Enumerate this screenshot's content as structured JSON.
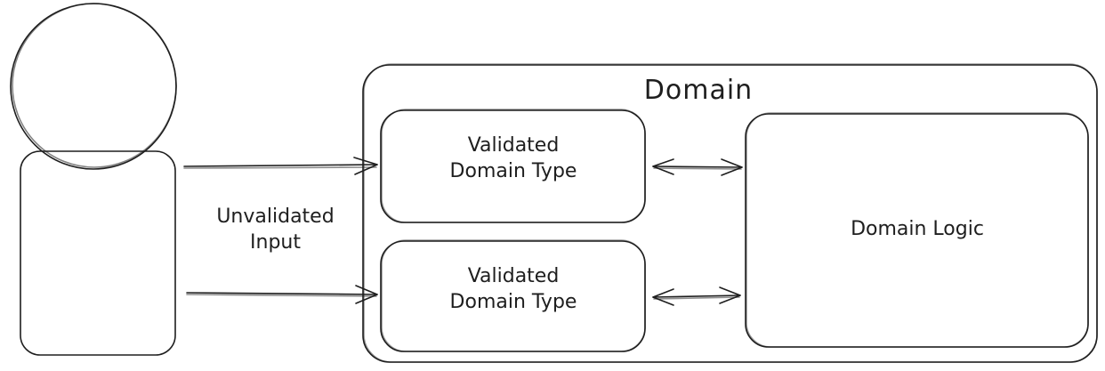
{
  "diagram": {
    "domain_title": "Domain",
    "validated_type_top": "Validated\nDomain Type",
    "validated_type_bottom": "Validated\nDomain Type",
    "domain_logic": "Domain Logic",
    "input_label": "Unvalidated\nInput"
  },
  "colors": {
    "stroke": "#1e1e1e",
    "background": "#ffffff"
  }
}
